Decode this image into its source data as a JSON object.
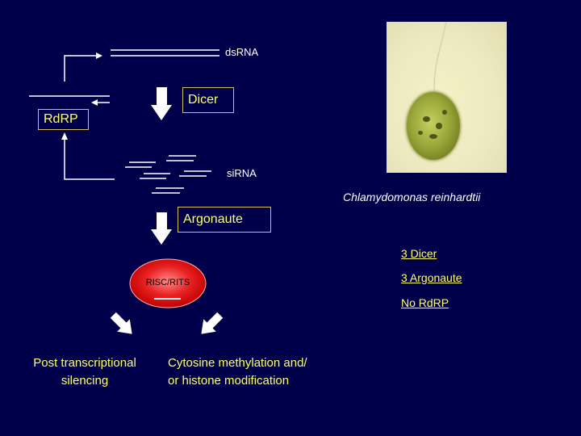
{
  "labels": {
    "dsrna": "dsRNA",
    "sirna": "siRNA",
    "dicer": "Dicer",
    "rdrp": "RdRP",
    "argonaute": "Argonaute",
    "risc": "RISC/RITS"
  },
  "outcomes": {
    "left_line1": "Post transcriptional",
    "left_line2": "silencing",
    "right_line1": "Cytosine methylation and/",
    "right_line2": "or histone modification"
  },
  "species": "Chlamydomonas reinhardtii",
  "gene_counts": [
    "3 Dicer",
    "3 Argonaute",
    "No RdRP"
  ],
  "colors": {
    "background": "#00004a",
    "text": "#ffffff",
    "highlight": "#ffff66",
    "risc_fill": "#e01818"
  }
}
